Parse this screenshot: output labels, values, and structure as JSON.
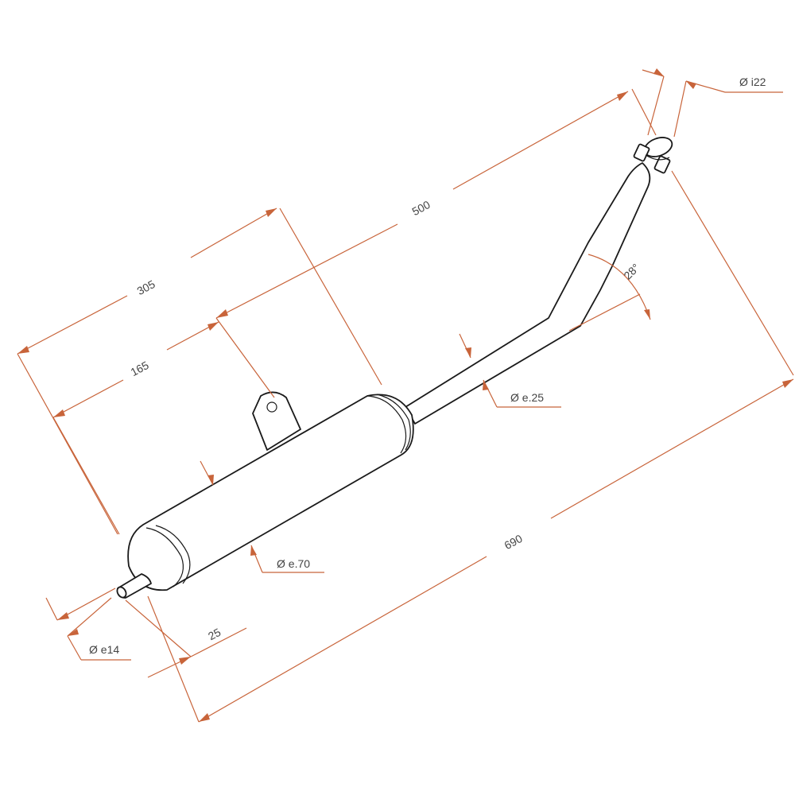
{
  "dimensions": {
    "d500": "500",
    "d305": "305",
    "d165": "165",
    "d690": "690",
    "d25": "25",
    "angle": "28°",
    "dia_i22": "Ø i22",
    "dia_e25": "Ø e.25",
    "dia_e70": "Ø e.70",
    "dia_e14": "Ø e14"
  },
  "colors": {
    "dimension_line": "#c8643a",
    "part_outline": "#1a1a1a"
  }
}
